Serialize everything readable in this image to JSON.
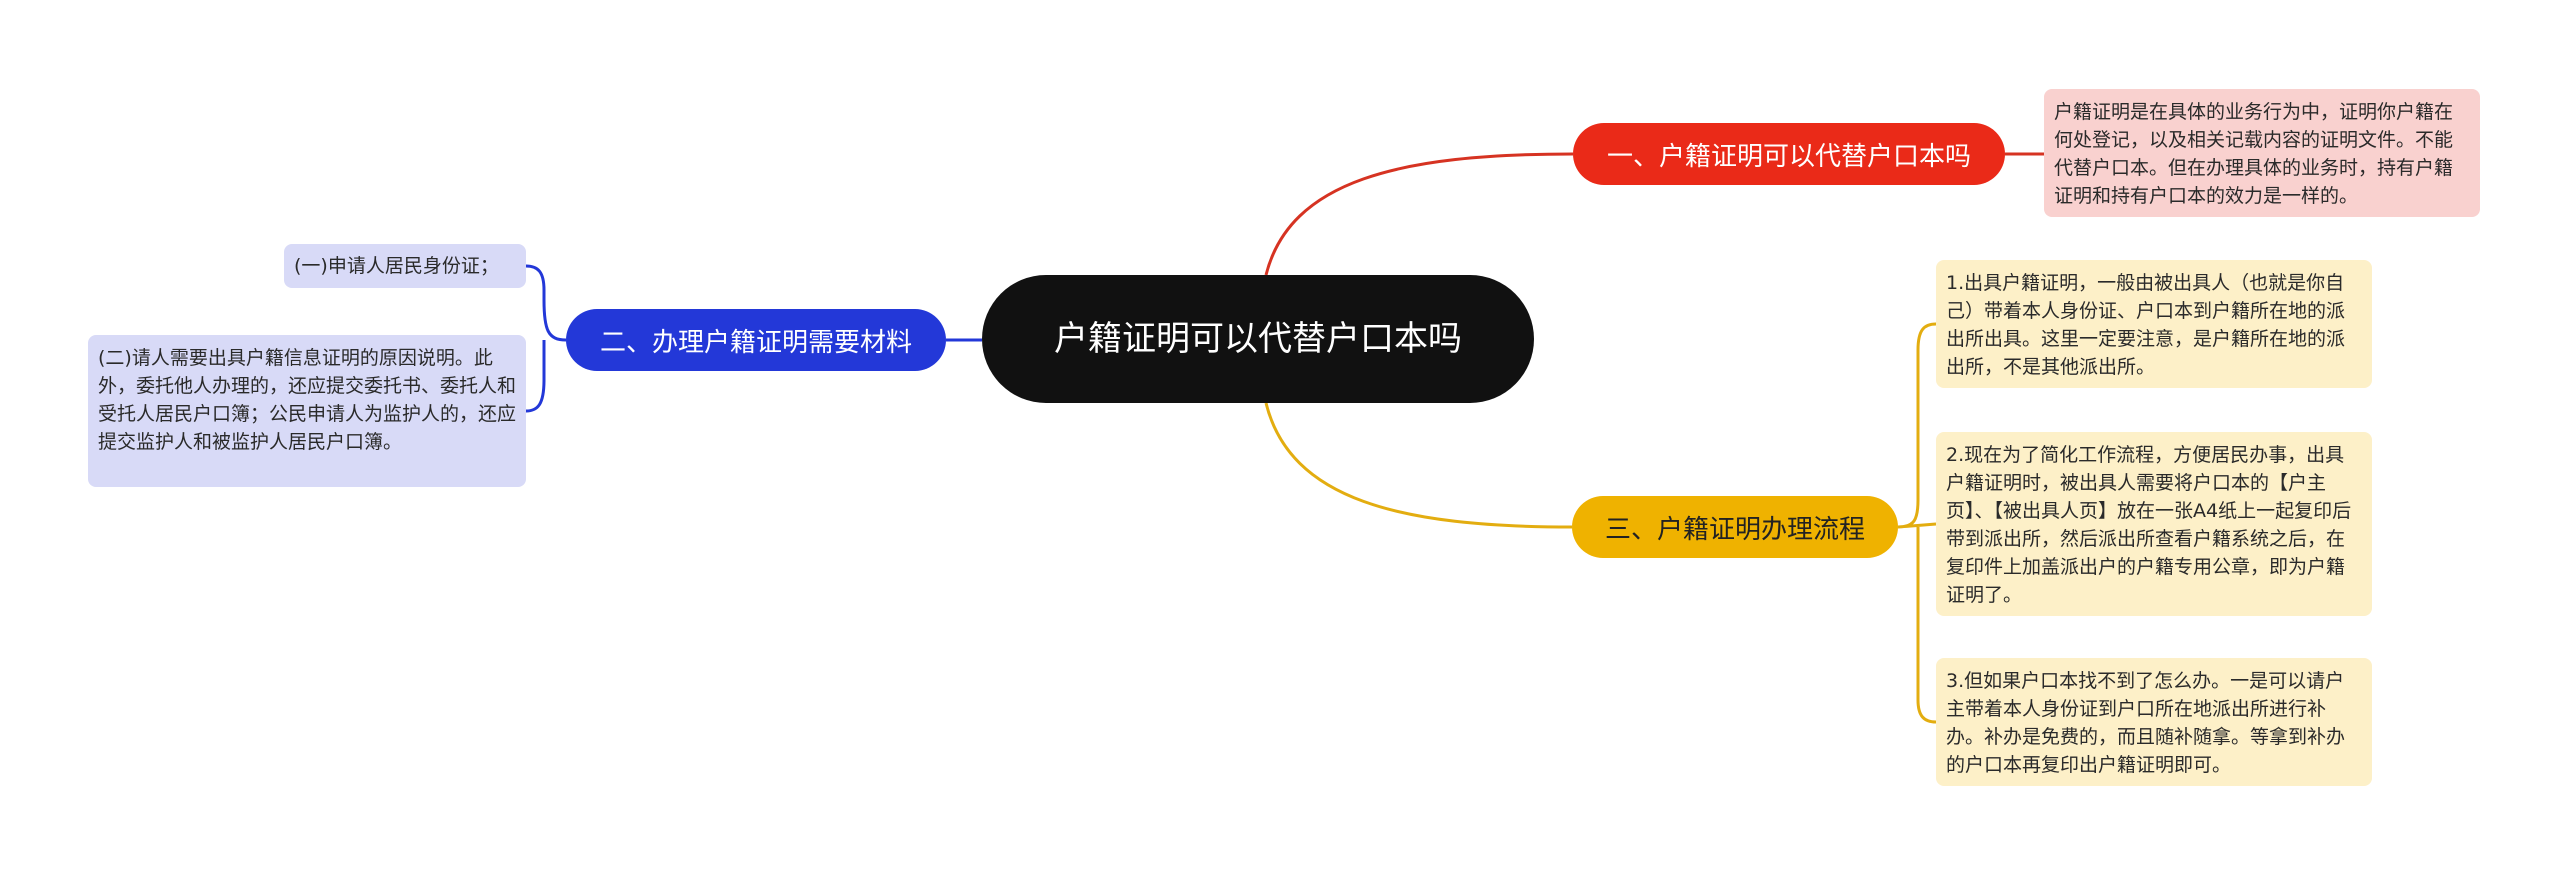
{
  "central": {
    "title": "户籍证明可以代替户口本吗"
  },
  "branches": [
    {
      "label": "一、户籍证明可以代替户口本吗",
      "color": "#ea2a18",
      "leaves": [
        "户籍证明是在具体的业务行为中，证明你户籍在何处登记，以及相关记载内容的证明文件。不能代替户口本。但在办理具体的业务时，持有户籍证明和持有户口本的效力是一样的。"
      ]
    },
    {
      "label": "二、办理户籍证明需要材料",
      "color": "#2338d8",
      "leaves": [
        "(一)申请人居民身份证；",
        "(二)请人需要出具户籍信息证明的原因说明。此外，委托他人办理的，还应提交委托书、委托人和受托人居民户口簿；公民申请人为监护人的，还应提交监护人和被监护人居民户口簿。"
      ]
    },
    {
      "label": "三、户籍证明办理流程",
      "color": "#efb200",
      "leaves": [
        "1.出具户籍证明，一般由被出具人（也就是你自己）带着本人身份证、户口本到户籍所在地的派出所出具。这里一定要注意，是户籍所在地的派出所，不是其他派出所。",
        "2.现在为了简化工作流程，方便居民办事，出具户籍证明时，被出具人需要将户口本的【户主页】、【被出具人页】放在一张A4纸上一起复印后带到派出所，然后派出所查看户籍系统之后，在复印件上加盖派出户的户籍专用公章，即为户籍证明了。",
        "3.但如果户口本找不到了怎么办。一是可以请户主带着本人身份证到户口所在地派出所进行补办。补办是免费的，而且随补随拿。等拿到补办的户口本再复印出户籍证明即可。"
      ]
    }
  ]
}
